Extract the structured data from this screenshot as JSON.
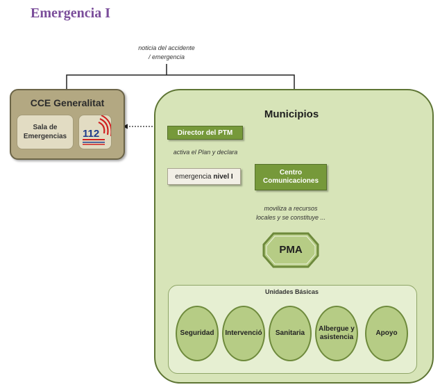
{
  "title": "Emergencia I",
  "notice": [
    "noticia del accidente",
    "/ emergencia"
  ],
  "cce": {
    "title": "CCE Generalitat",
    "sala": [
      "Sala de",
      "Emergencias"
    ],
    "logo_number": "112"
  },
  "municipios": {
    "title": "Municipios",
    "director": "Director del PTM",
    "activa": "activa el Plan y declara",
    "nivel_prefix": "emergencia ",
    "nivel_bold": "nivel I",
    "centro": [
      "Centro",
      "Comunicaciones"
    ],
    "moviliza": [
      "moviliza a recursos",
      "locales y se constituye ..."
    ],
    "pma": "PMA"
  },
  "unidades": {
    "title": "Unidades Básicas",
    "items": [
      {
        "label": "Seguridad"
      },
      {
        "label": "Intervenció"
      },
      {
        "label": "Sanitaria"
      },
      {
        "label": "Albergue y asistencia"
      },
      {
        "label": "Apoyo"
      }
    ]
  },
  "colors": {
    "title": "#7a4d9a",
    "accent_green": "#76993a",
    "panel_green": "#d7e4b8",
    "cce_brown": "#b3a882"
  }
}
